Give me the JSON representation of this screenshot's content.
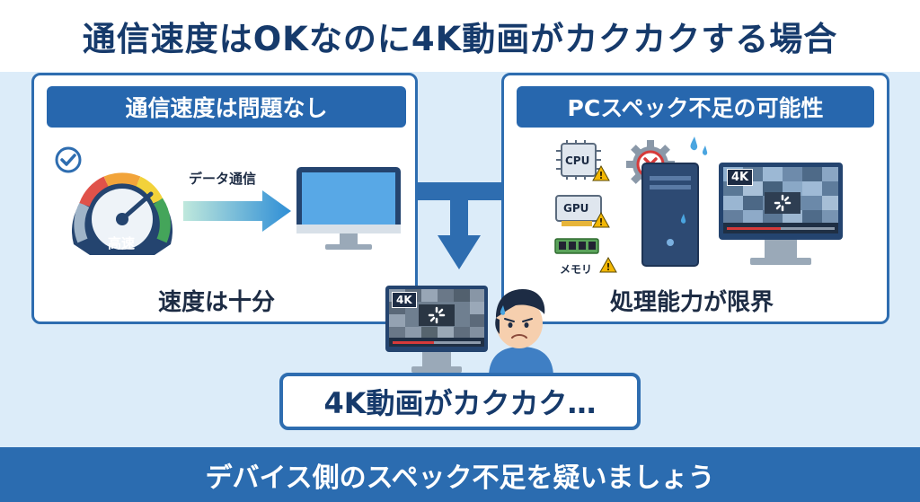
{
  "title": "通信速度はOKなのに4K動画がカクカクする場合",
  "left_panel": {
    "header": "通信速度は問題なし",
    "speed_label": "高速",
    "data_label": "データ通信",
    "caption": "速度は十分"
  },
  "right_panel": {
    "header": "PCスペック不足の可能性",
    "cpu_label": "CPU",
    "gpu_label": "GPU",
    "memory_label": "メモリ",
    "badge_4k": "4K",
    "caption": "処理能力が限界"
  },
  "center": {
    "badge_4k": "4K",
    "bubble": "4K動画がカクカク…"
  },
  "footer": "デバイス側のスペック不足を疑いましょう",
  "colors": {
    "primary": "#2767ae",
    "dark_text": "#163a6b",
    "background": "#dcecf9",
    "warning": "#f2b705",
    "error": "#d63a3a"
  }
}
